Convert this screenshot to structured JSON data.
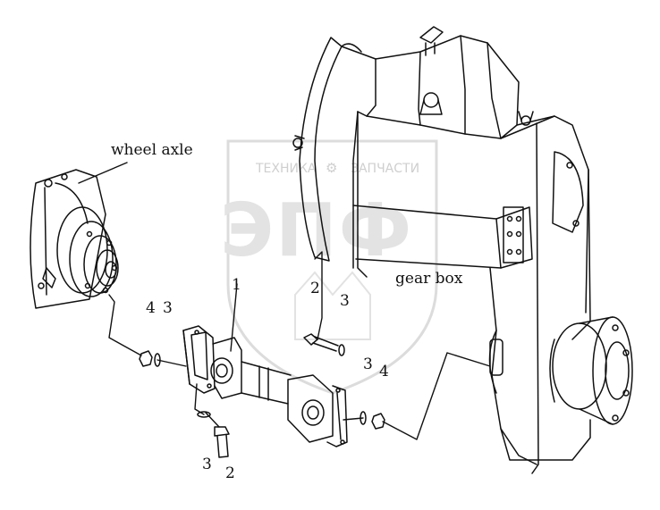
{
  "labels": {
    "wheel_axle": "wheel axle",
    "gear_box": "gear box"
  },
  "callouts": {
    "c1": "1",
    "c2_top": "2",
    "c3_top": "3",
    "c4_left": "4",
    "c3_left": "3",
    "c3_right": "3",
    "c4_right": "4",
    "c3_bottom": "3",
    "c2_bottom": "2"
  },
  "watermark": {
    "brand_top": "ТЕХНИКА",
    "brand_bottom": "ЗАПЧАСТИ",
    "logo_text": "ЭПФ",
    "color": "#d9d9d9"
  },
  "colors": {
    "line": "#111111",
    "watermark": "#d6d6d6"
  }
}
